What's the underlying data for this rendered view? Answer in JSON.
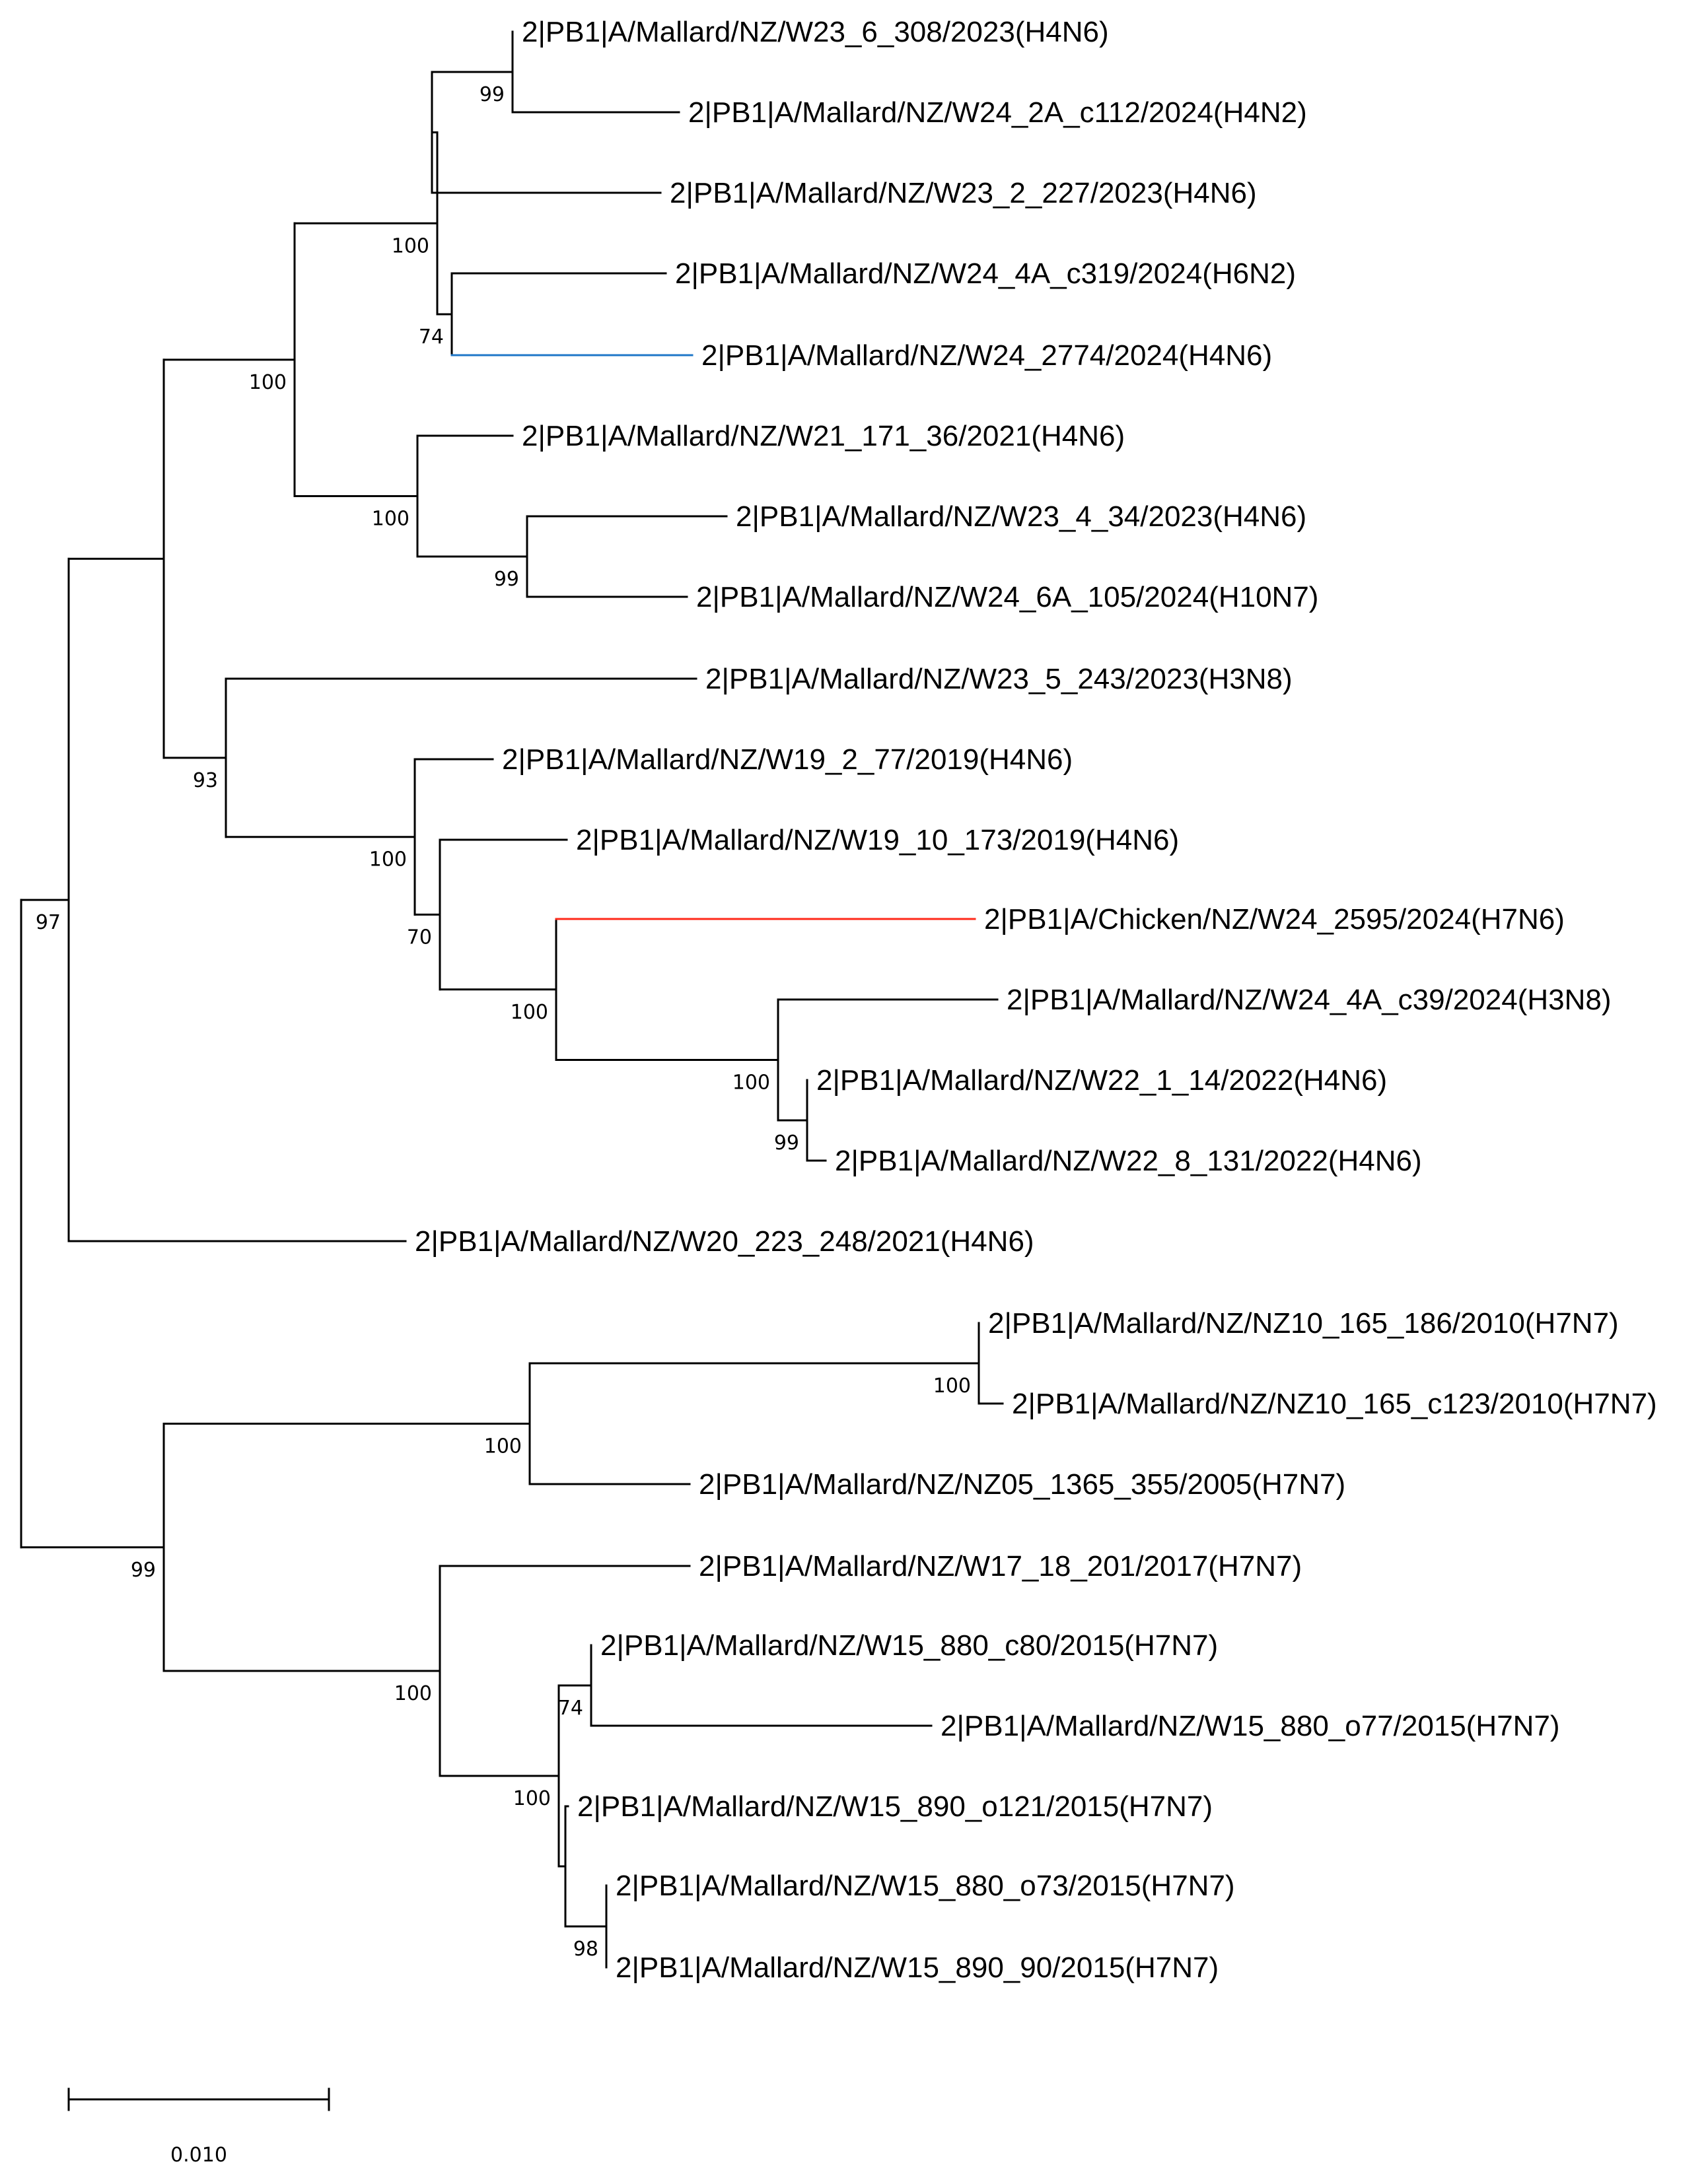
{
  "tree": {
    "taxa": [
      {
        "label": "2|PB1|A/Mallard/NZ/W23_6_308/2023(H4N6)",
        "color": "#000000"
      },
      {
        "label": "2|PB1|A/Mallard/NZ/W24_2A_c112/2024(H4N2)",
        "color": "#000000"
      },
      {
        "label": "2|PB1|A/Mallard/NZ/W23_2_227/2023(H4N6)",
        "color": "#000000"
      },
      {
        "label": "2|PB1|A/Mallard/NZ/W24_4A_c319/2024(H6N2)",
        "color": "#000000"
      },
      {
        "label": "2|PB1|A/Mallard/NZ/W24_2774/2024(H4N6)",
        "color": "#1f77c8"
      },
      {
        "label": "2|PB1|A/Mallard/NZ/W21_171_36/2021(H4N6)",
        "color": "#000000"
      },
      {
        "label": "2|PB1|A/Mallard/NZ/W23_4_34/2023(H4N6)",
        "color": "#000000"
      },
      {
        "label": "2|PB1|A/Mallard/NZ/W24_6A_105/2024(H10N7)",
        "color": "#000000"
      },
      {
        "label": "2|PB1|A/Mallard/NZ/W23_5_243/2023(H3N8)",
        "color": "#000000"
      },
      {
        "label": "2|PB1|A/Mallard/NZ/W19_2_77/2019(H4N6)",
        "color": "#000000"
      },
      {
        "label": "2|PB1|A/Mallard/NZ/W19_10_173/2019(H4N6)",
        "color": "#000000"
      },
      {
        "label": "2|PB1|A/Chicken/NZ/W24_2595/2024(H7N6)",
        "color": "#ff2a1a"
      },
      {
        "label": "2|PB1|A/Mallard/NZ/W24_4A_c39/2024(H3N8)",
        "color": "#000000"
      },
      {
        "label": "2|PB1|A/Mallard/NZ/W22_1_14/2022(H4N6)",
        "color": "#000000"
      },
      {
        "label": "2|PB1|A/Mallard/NZ/W22_8_131/2022(H4N6)",
        "color": "#000000"
      },
      {
        "label": "2|PB1|A/Mallard/NZ/W20_223_248/2021(H4N6)",
        "color": "#000000"
      },
      {
        "label": "2|PB1|A/Mallard/NZ/NZ10_165_186/2010(H7N7)",
        "color": "#000000"
      },
      {
        "label": "2|PB1|A/Mallard/NZ/NZ10_165_c123/2010(H7N7)",
        "color": "#000000"
      },
      {
        "label": "2|PB1|A/Mallard/NZ/NZ05_1365_355/2005(H7N7)",
        "color": "#000000"
      },
      {
        "label": "2|PB1|A/Mallard/NZ/W17_18_201/2017(H7N7)",
        "color": "#000000"
      },
      {
        "label": "2|PB1|A/Mallard/NZ/W15_880_c80/2015(H7N7)",
        "color": "#000000"
      },
      {
        "label": "2|PB1|A/Mallard/NZ/W15_880_o77/2015(H7N7)",
        "color": "#000000"
      },
      {
        "label": "2|PB1|A/Mallard/NZ/W15_890_o121/2015(H7N7)",
        "color": "#000000"
      },
      {
        "label": "2|PB1|A/Mallard/NZ/W15_880_o73/2015(H7N7)",
        "color": "#000000"
      },
      {
        "label": "2|PB1|A/Mallard/NZ/W15_890_90/2015(H7N7)",
        "color": "#000000"
      }
    ],
    "bootstrap_values": [
      "99",
      "100",
      "74",
      "100",
      "100",
      "99",
      "97",
      "93",
      "100",
      "70",
      "100",
      "100",
      "99",
      "100",
      "100",
      "99",
      "74",
      "100",
      "100",
      "98"
    ],
    "scale_bar": {
      "value": 0.01,
      "label": "0.010"
    }
  }
}
